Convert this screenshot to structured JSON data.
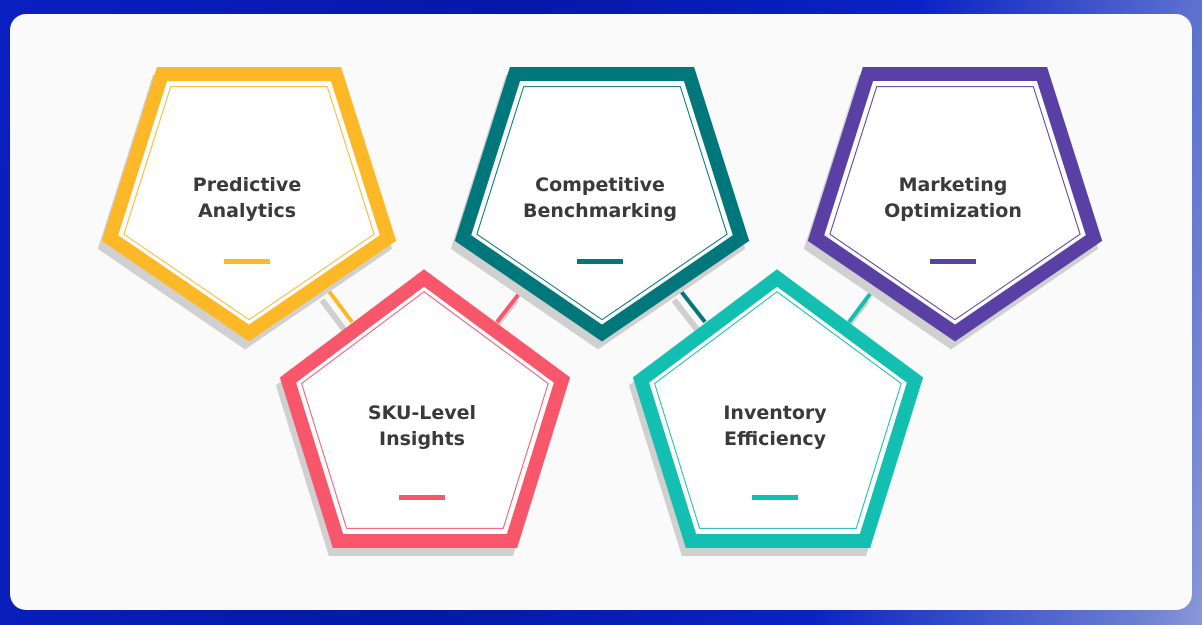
{
  "items": [
    {
      "line1": "Predictive",
      "line2": "Analytics",
      "color": "#FDB827",
      "row": "top"
    },
    {
      "line1": "SKU-Level",
      "line2": "Insights",
      "color": "#F7566B",
      "row": "bottom"
    },
    {
      "line1": "Competitive",
      "line2": "Benchmarking",
      "color": "#00777A",
      "row": "top"
    },
    {
      "line1": "Inventory",
      "line2": "Efficiency",
      "color": "#13BFB0",
      "row": "bottom"
    },
    {
      "line1": "Marketing",
      "line2": "Optimization",
      "color": "#5A3FA5",
      "row": "top"
    }
  ]
}
